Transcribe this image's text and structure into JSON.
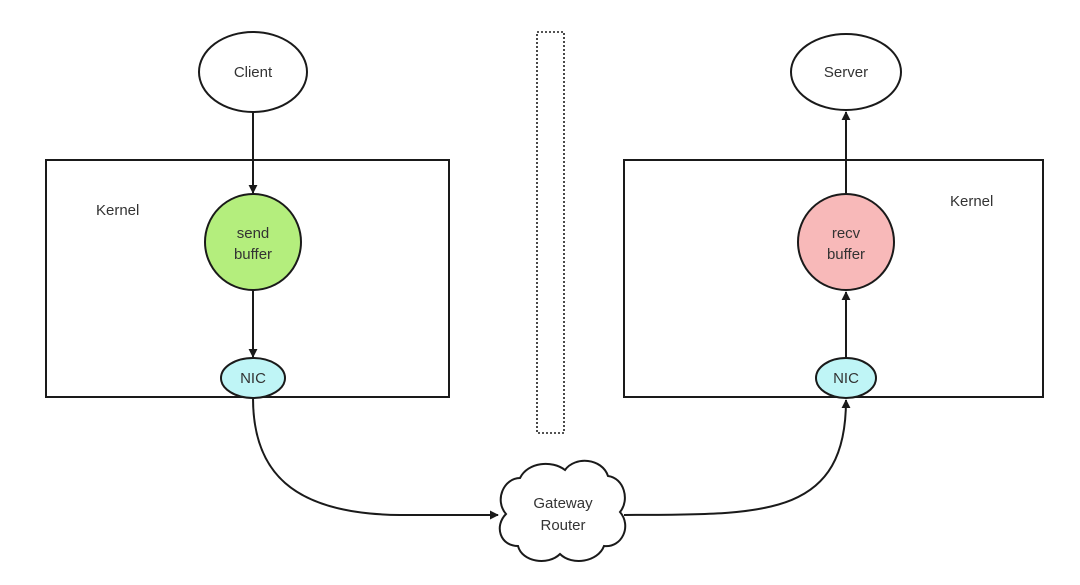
{
  "left_host": {
    "process_label": "Client",
    "kernel_label": "Kernel",
    "buffer_label_line1": "send",
    "buffer_label_line2": "buffer",
    "nic_label": "NIC",
    "buffer_color": "#b4ee7d"
  },
  "right_host": {
    "process_label": "Server",
    "kernel_label": "Kernel",
    "buffer_label_line1": "recv",
    "buffer_label_line2": "buffer",
    "nic_label": "NIC",
    "buffer_color": "#f8b9b9"
  },
  "network": {
    "router_label_line1": "Gateway",
    "router_label_line2": "Router"
  },
  "colors": {
    "nic": "#bff5f6",
    "stroke": "#1a1a1a"
  }
}
